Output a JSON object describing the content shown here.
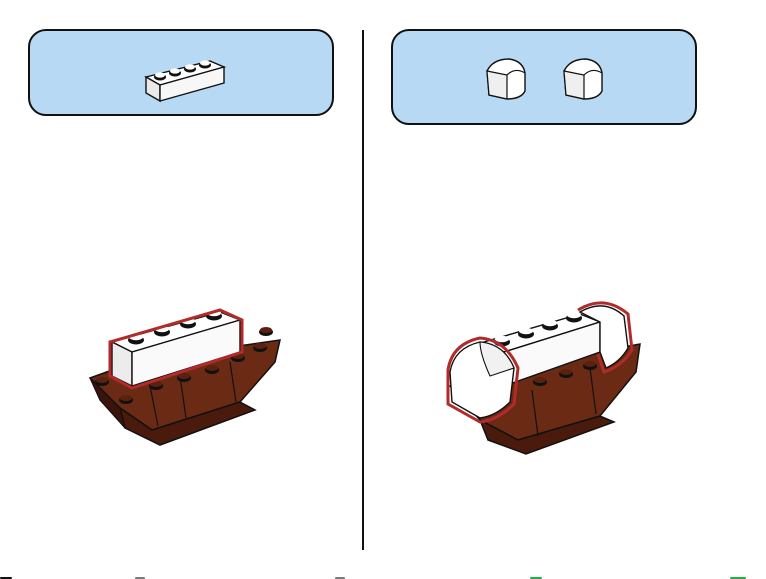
{
  "page": {
    "title": ""
  },
  "colors": {
    "callout_fill": "#b7d9f4",
    "brown": "#6b2a14",
    "dark_brown": "#3b130a",
    "white": "#ffffff",
    "outline_red": "#b22b2b",
    "black": "#111111"
  },
  "panels": [
    {
      "name": "left-step",
      "callout": {
        "parts": [
          {
            "name": "white-brick-1x4",
            "quantity": 1
          }
        ]
      }
    },
    {
      "name": "right-step",
      "callout": {
        "parts": [
          {
            "name": "white-curved-slope-1",
            "quantity": 1
          },
          {
            "name": "white-curved-slope-2",
            "quantity": 1
          }
        ]
      }
    }
  ],
  "icons": {
    "left_model": "lego-boat-step-1-icon",
    "right_model": "lego-boat-step-2-icon"
  }
}
